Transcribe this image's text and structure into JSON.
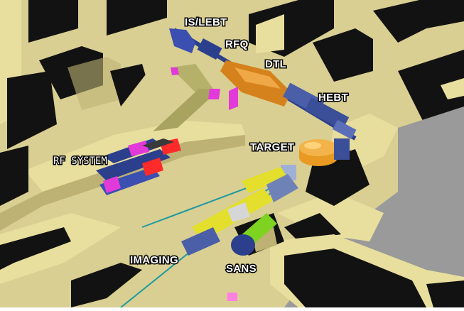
{
  "labels": {
    "is_lebt": "IS/LEBT",
    "rfq": "RFQ",
    "dtl": "DTL",
    "hebt": "HEBT",
    "target": "TARGET",
    "rf_system": "RF SYSTEM",
    "imaging": "IMAGING",
    "sans": "SANS"
  },
  "colors": {
    "floor": "#d9cf92",
    "wall_top": "#e8df9e",
    "wall_face": "#bdb274",
    "shaft": "#121212",
    "void": "#9a9a9a",
    "beamline_blue": "#2b3f8c",
    "tank_orange": "#d6821c",
    "target_orange": "#e89a22",
    "imaging_yellow": "#e3df2c",
    "sans_green": "#7ed321",
    "magenta": "#e23ad9",
    "guide_teal": "#1f9aa0"
  }
}
